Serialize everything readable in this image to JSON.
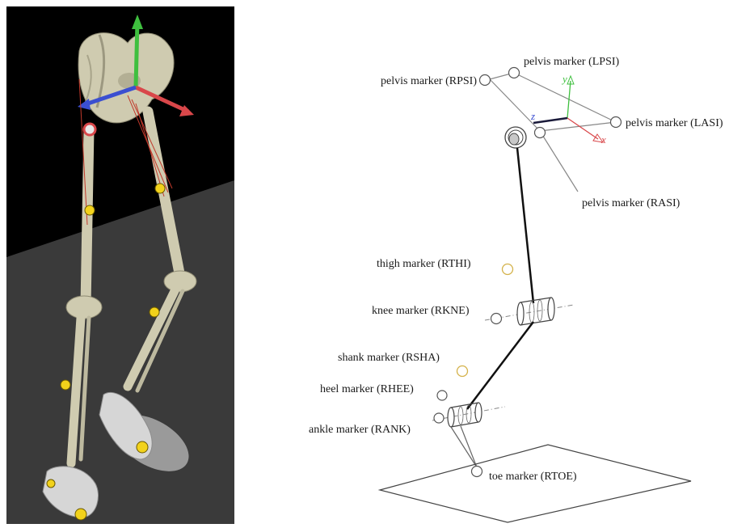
{
  "markers": {
    "lpsi": "pelvis marker (LPSI)",
    "rpsi": "pelvis marker (RPSI)",
    "lasi": "pelvis marker (LASI)",
    "rasi": "pelvis marker (RASI)",
    "rthi": "thigh marker (RTHI)",
    "rkne": "knee marker (RKNE)",
    "rsha": "shank marker (RSHA)",
    "rhee": "heel marker (RHEE)",
    "rank": "ankle marker (RANK)",
    "rtoe": "toe marker (RTOE)"
  },
  "axes": {
    "x": "x",
    "y": "y",
    "z": "z"
  },
  "colors": {
    "x_axis": "#d9474a",
    "y_axis": "#3fbf3f",
    "z_axis": "#3b4fd1",
    "marker_yellow": "#f2d21b",
    "thigh_marker_ring": "#d4b24a",
    "viewport_bg": "#000000",
    "floor": "#3a3a3a",
    "bone": "#cfcbb0"
  }
}
